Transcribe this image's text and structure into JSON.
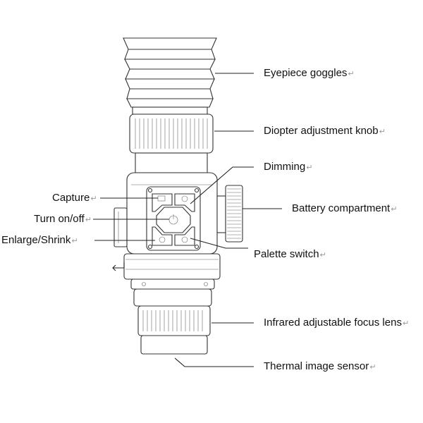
{
  "labels": {
    "eyepiece": "Eyepiece goggles",
    "diopter": "Diopter adjustment knob",
    "dimming": "Dimming",
    "capture": "Capture",
    "battery": "Battery compartment",
    "power": "Turn on/off",
    "zoom": "Enlarge/Shrink",
    "palette": "Palette switch",
    "focus_lens": "Infrared adjustable focus lens",
    "sensor": "Thermal image sensor"
  },
  "return_mark": "↵"
}
